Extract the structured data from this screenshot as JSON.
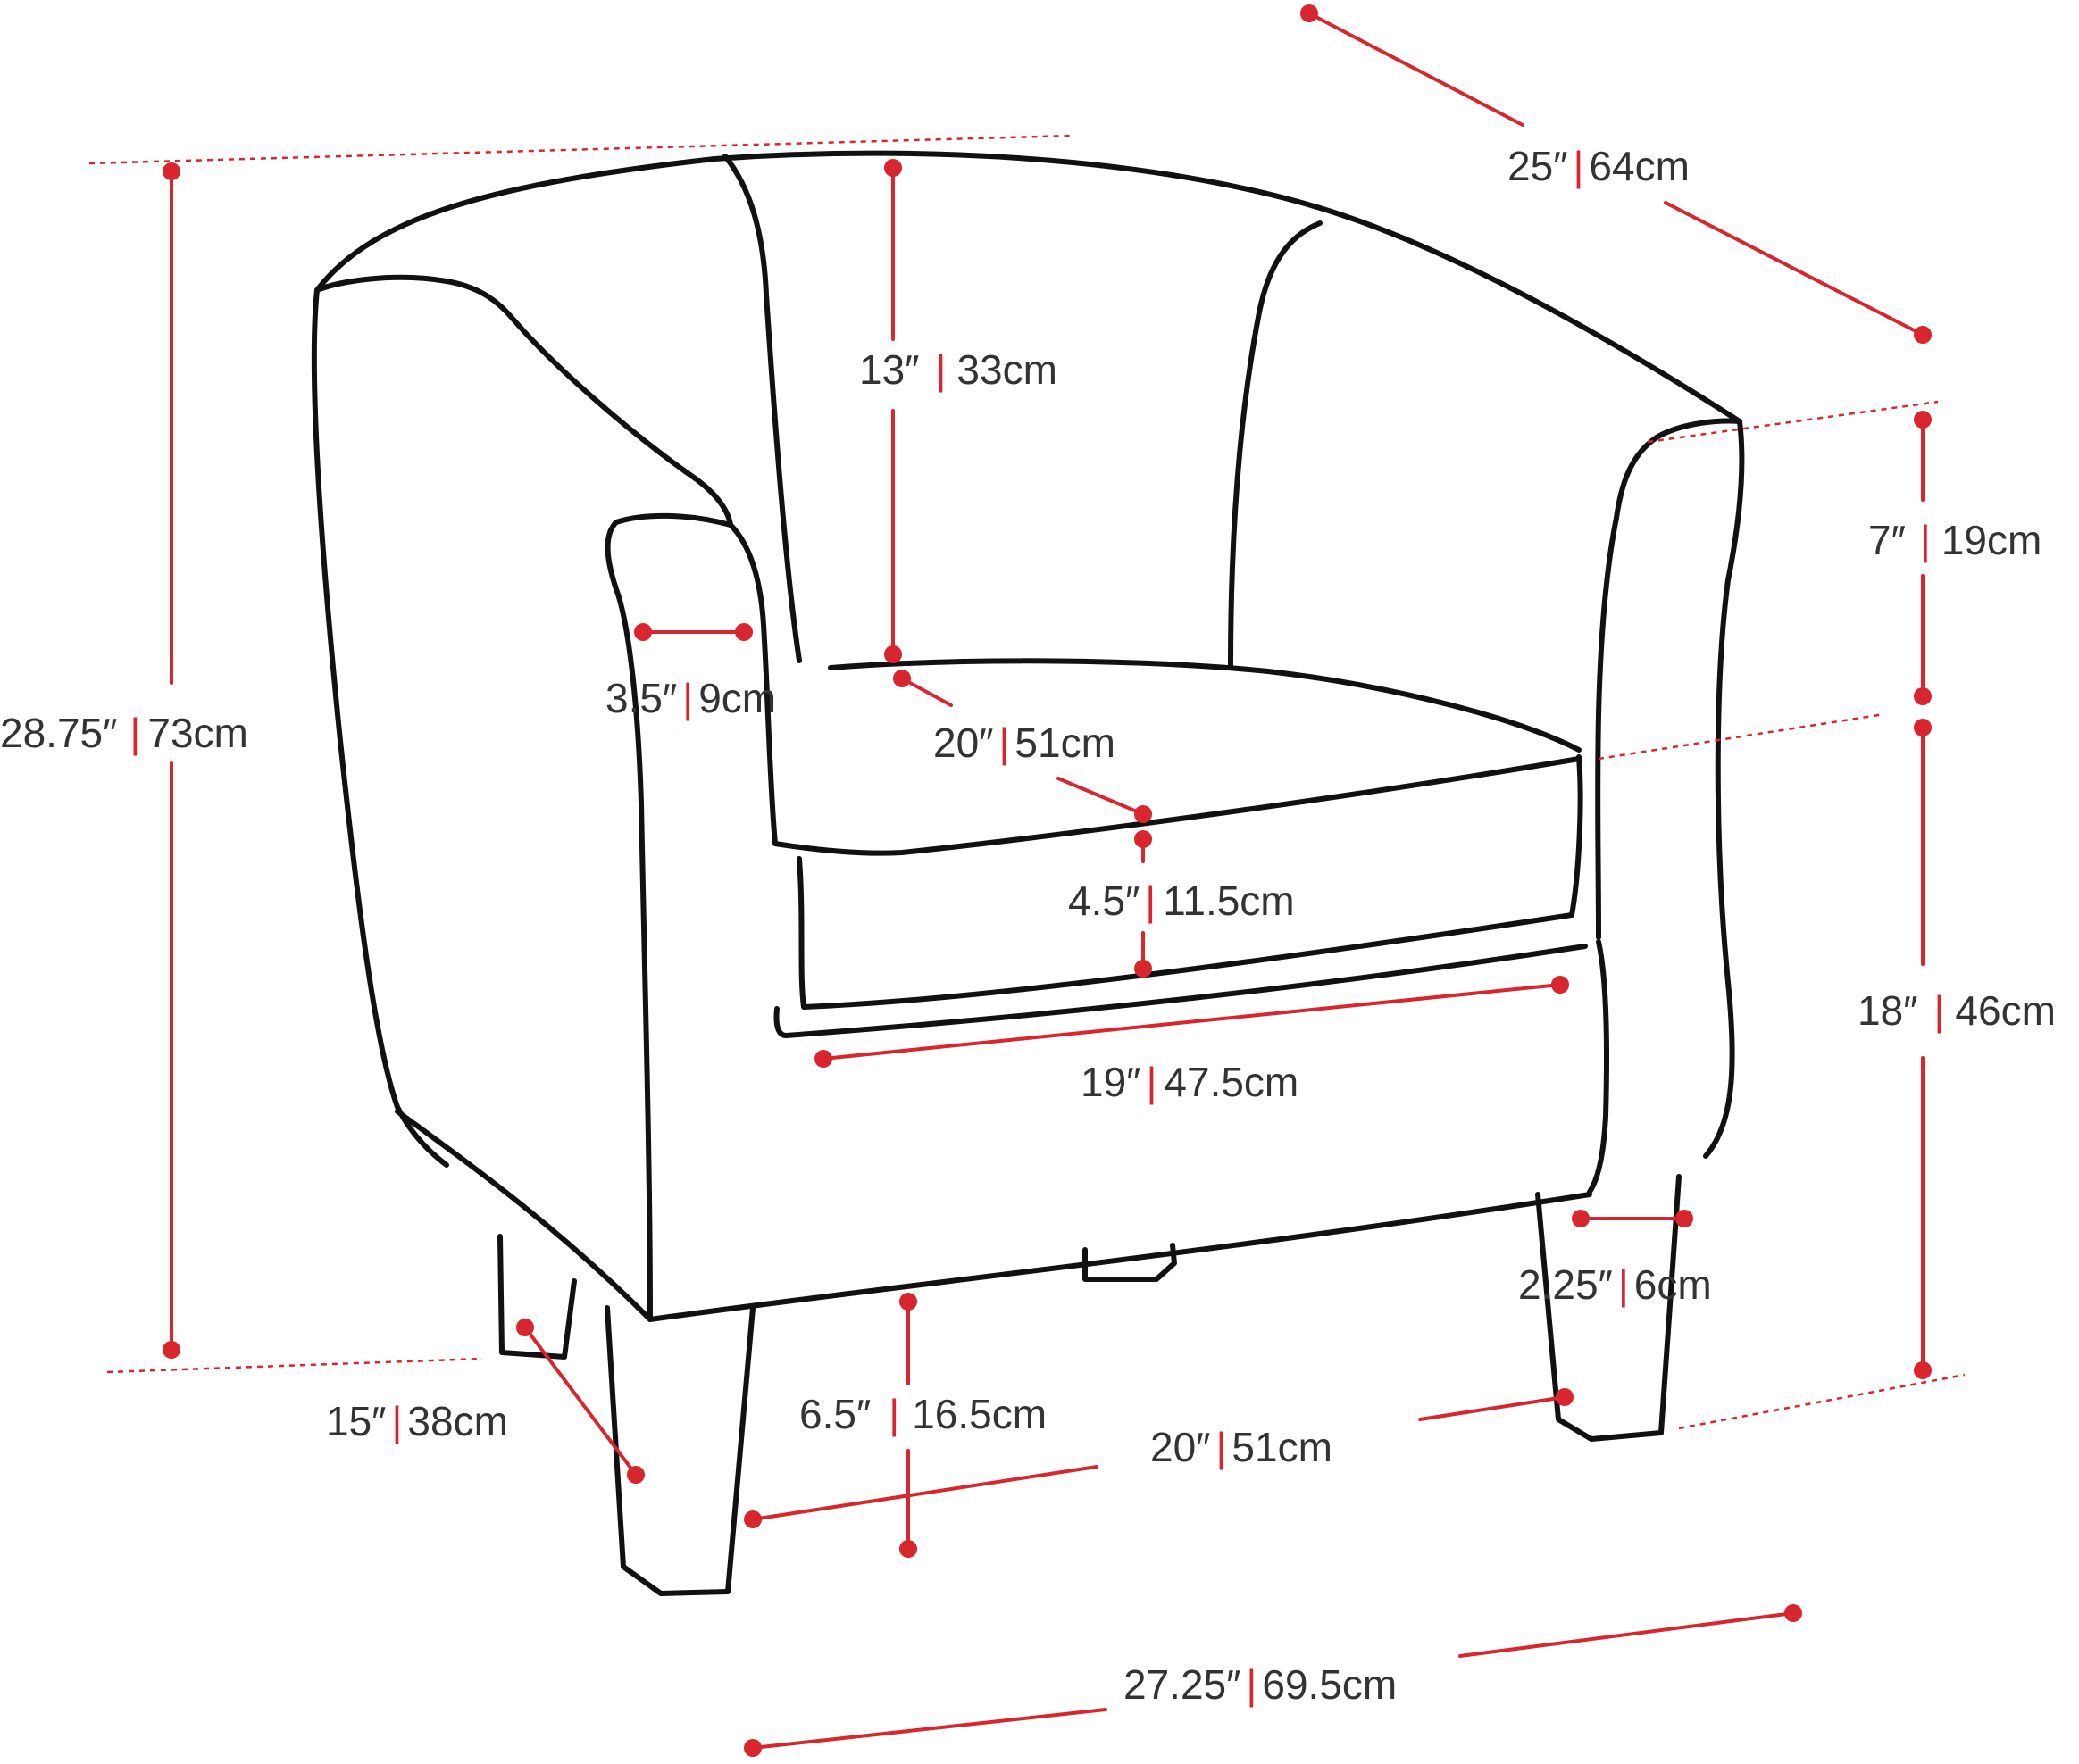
{
  "colors": {
    "outline": "#111111",
    "dimension": "#d9262e",
    "text": "#333333",
    "background": "#ffffff"
  },
  "dimensions": {
    "depth_top": {
      "in": "25″",
      "sep": "|",
      "cm": "64cm"
    },
    "back_height": {
      "in": "13″",
      "sep": "|",
      "cm": "33cm"
    },
    "total_height": {
      "in": "28.75″",
      "sep": "|",
      "cm": "73cm"
    },
    "arm_width": {
      "in": "3.5″",
      "sep": "|",
      "cm": "9cm"
    },
    "seat_depth": {
      "in": "20″",
      "sep": "|",
      "cm": "51cm"
    },
    "arm_height": {
      "in": "7″",
      "sep": "|",
      "cm": "19cm"
    },
    "cushion_thickness": {
      "in": "4.5″",
      "sep": "|",
      "cm": "11.5cm"
    },
    "seat_height": {
      "in": "18″",
      "sep": "|",
      "cm": "46cm"
    },
    "seat_width": {
      "in": "19″",
      "sep": "|",
      "cm": "47.5cm"
    },
    "leg_width": {
      "in": "2.25″",
      "sep": "|",
      "cm": "6cm"
    },
    "leg_depth": {
      "in": "15″",
      "sep": "|",
      "cm": "38cm"
    },
    "leg_height": {
      "in": "6.5″",
      "sep": "|",
      "cm": "16.5cm"
    },
    "leg_span": {
      "in": "20″",
      "sep": "|",
      "cm": "51cm"
    },
    "total_width": {
      "in": "27.25″",
      "sep": "|",
      "cm": "69.5cm"
    }
  }
}
